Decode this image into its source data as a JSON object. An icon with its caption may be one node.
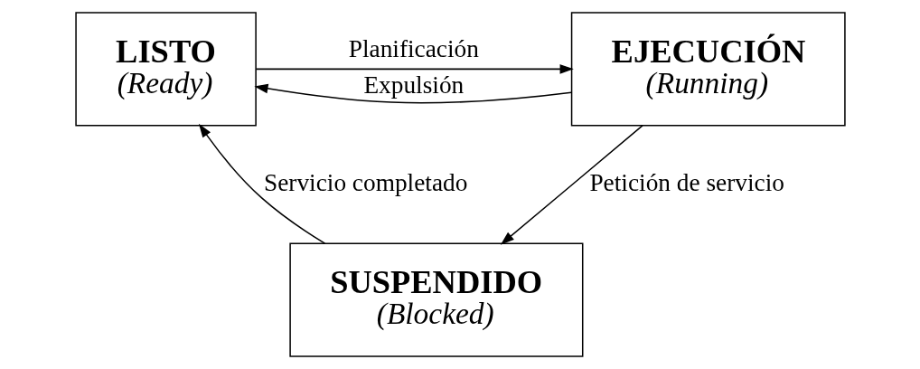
{
  "diagram": {
    "nodes": [
      {
        "text": [
          "LISTO",
          "(Ready)"
        ]
      },
      {
        "text": [
          "EJECUCIÓN",
          "(Running)"
        ]
      },
      {
        "text": [
          "SUSPENDIDO",
          "(Blocked)"
        ]
      }
    ],
    "edges": [
      {
        "from": 0,
        "to": 1,
        "arrow": "to",
        "label": "Planificación"
      },
      {
        "from": 1,
        "to": 0,
        "arrow": "to",
        "label": "Expulsión"
      },
      {
        "from": 1,
        "to": 2,
        "arrow": "to",
        "label": "Petición de servicio"
      },
      {
        "from": 2,
        "to": 0,
        "arrow": "to",
        "label": "Servicio completado"
      }
    ]
  }
}
